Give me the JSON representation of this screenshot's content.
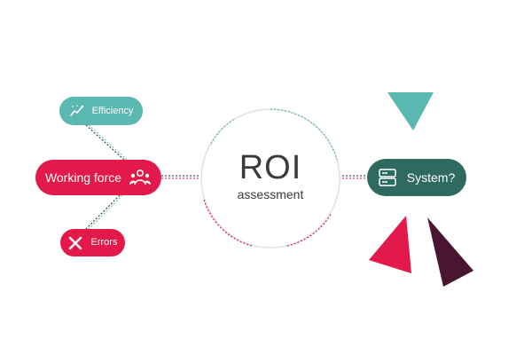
{
  "center": {
    "title": "ROI",
    "subtitle": "assessment"
  },
  "nodes": {
    "efficiency": {
      "label": "Efficiency",
      "icon": "trend-line-icon"
    },
    "working_force": {
      "label": "Working force",
      "icon": "people-group-icon"
    },
    "errors": {
      "label": "Errors",
      "icon": "close-x-icon"
    },
    "system": {
      "label": "System?",
      "icon": "server-icon"
    }
  },
  "colors": {
    "teal": "#5bb8b0",
    "red": "#e2194a",
    "dark_green": "#2e6a60",
    "dark_maroon": "#4a1530",
    "text": "#3a3a3a"
  }
}
